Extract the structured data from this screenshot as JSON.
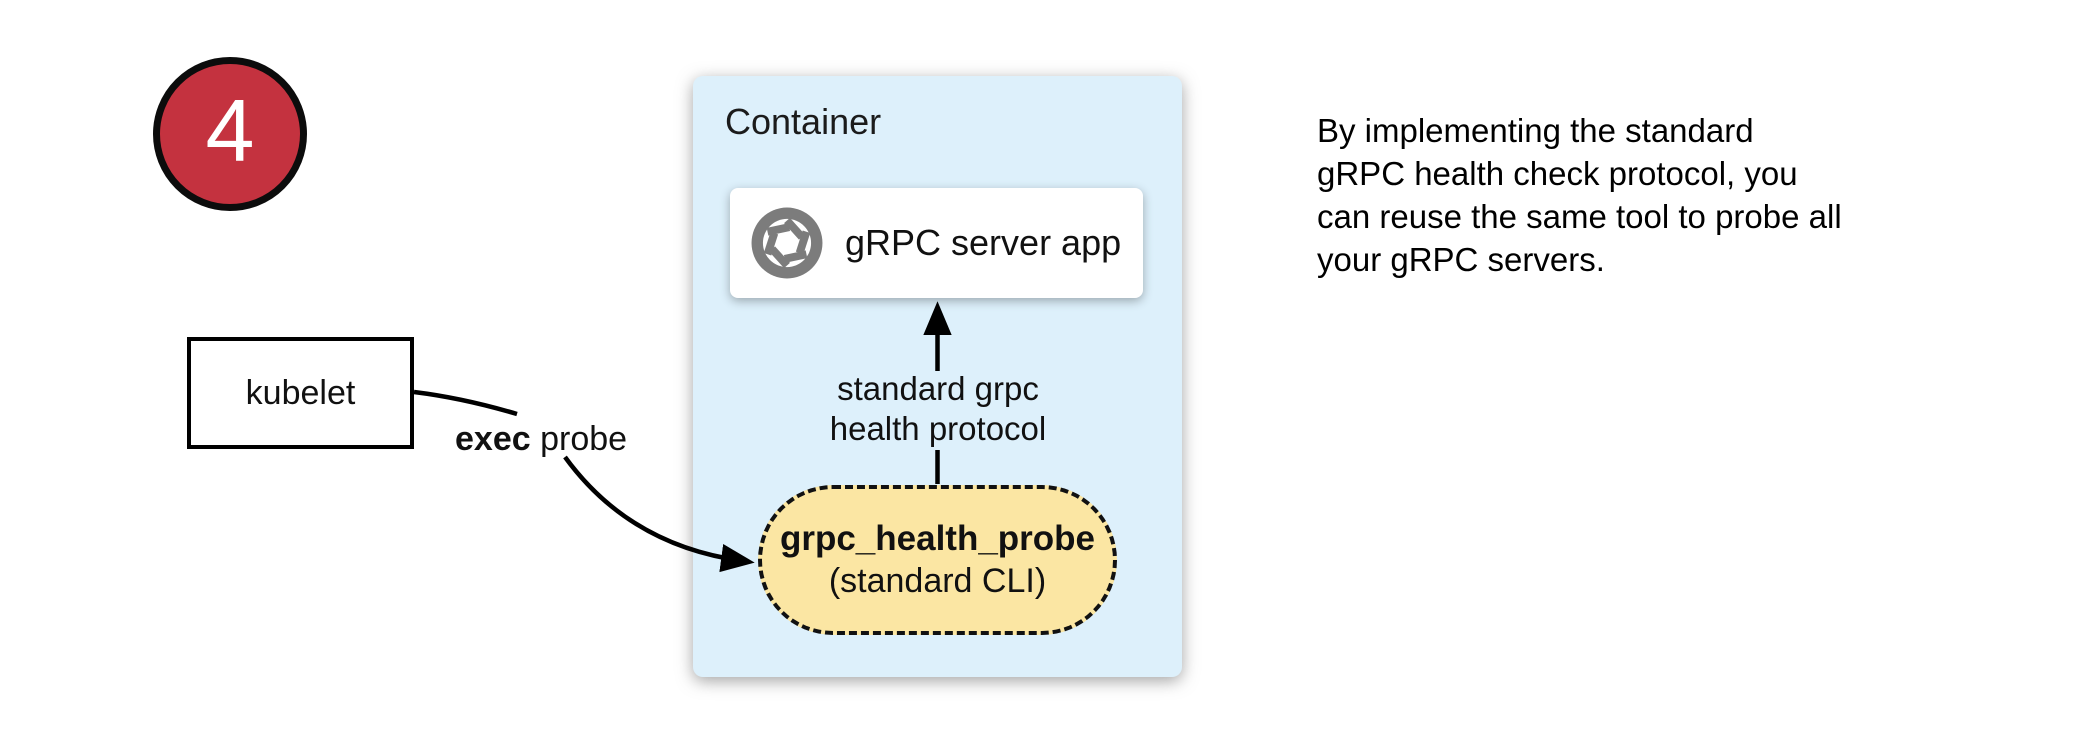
{
  "step": {
    "number": "4"
  },
  "kubelet": {
    "label": "kubelet"
  },
  "exec_label": {
    "bold": "exec",
    "rest": " probe"
  },
  "container": {
    "label": "Container",
    "server": {
      "label": "gRPC server app",
      "icon": "aperture-icon"
    },
    "health_arrow": {
      "line1": "standard grpc",
      "line2": "health protocol"
    },
    "probe": {
      "title": "grpc_health_probe",
      "subtitle": "(standard CLI)"
    }
  },
  "note": {
    "line1": "By implementing the standard",
    "line2": "gRPC health check protocol, you",
    "line3": "can reuse the same tool to probe all",
    "line4": "your gRPC servers."
  },
  "colors": {
    "step_red": "#c4323f",
    "container_blue": "#ddf0fb",
    "probe_yellow": "#fbe6a3",
    "icon_gray": "#7c7c7c",
    "line_black": "#000000"
  }
}
